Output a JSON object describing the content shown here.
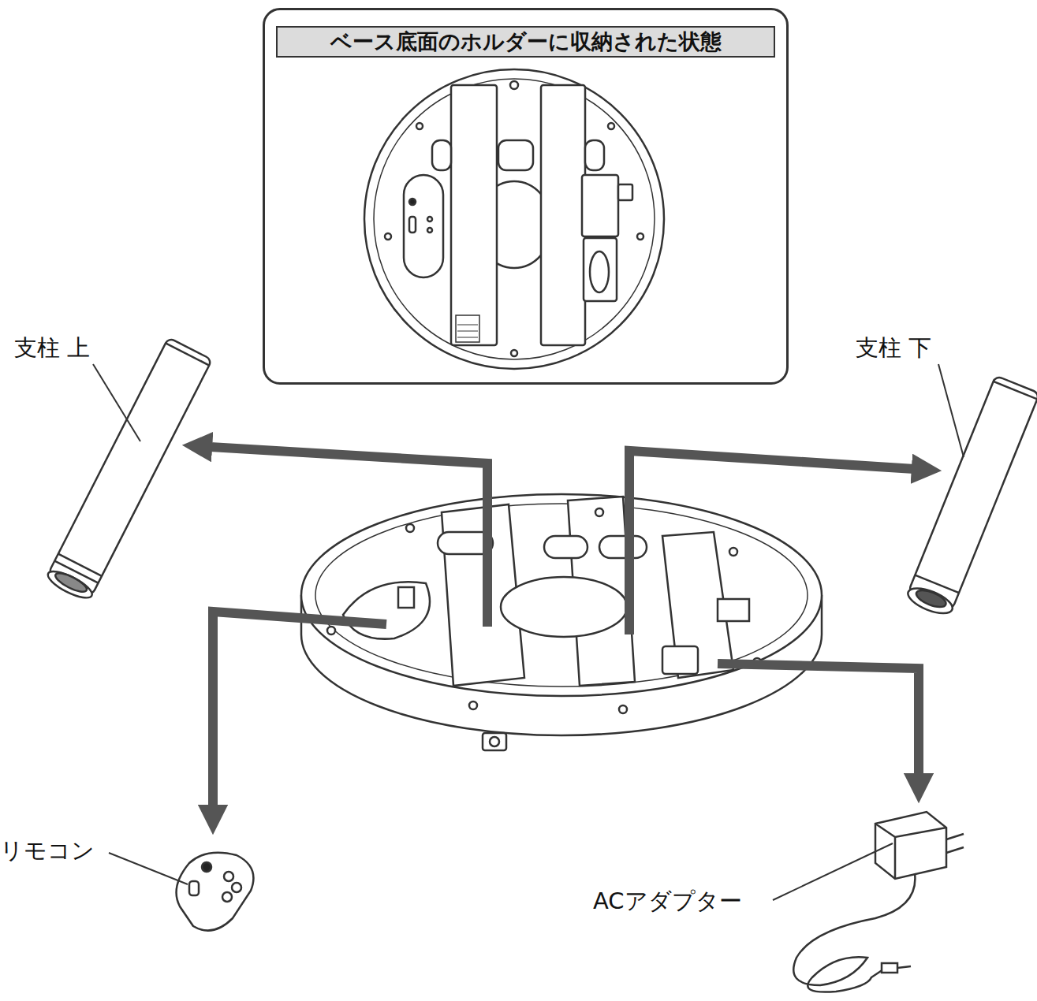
{
  "diagram": {
    "nodes": [
      {
        "text": [
          "ベース底面のホルダーに収納された状態"
        ]
      }
    ],
    "labels": [
      "支柱 上",
      "支柱 下",
      "リモコン",
      "ACアダプター"
    ]
  }
}
